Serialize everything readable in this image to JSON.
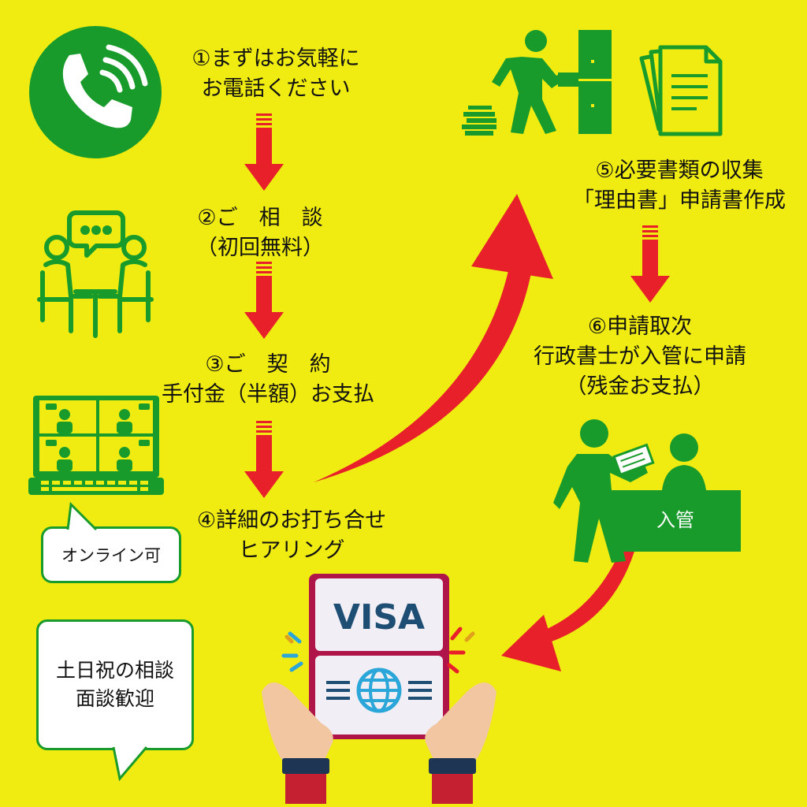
{
  "colors": {
    "background": "#f0ec12",
    "green": "#199b2c",
    "red": "#e8202a",
    "visa_border": "#b0154a",
    "visa_text": "#1e4e73",
    "globe": "#2aa6d8",
    "skin": "#f2c6a0",
    "cuff": "#1f3554",
    "sleeve": "#c42032"
  },
  "steps": [
    {
      "line1": "①まずはお気軽に",
      "line2": "お電話ください"
    },
    {
      "line1": "②ご　相　談",
      "line2": "（初回無料）"
    },
    {
      "line1": "③ご　契　約",
      "line2": "手付金（半額）お支払"
    },
    {
      "line1": "④詳細のお打ち合せ",
      "line2": "ヒアリング"
    },
    {
      "line1": "⑤必要書類の収集",
      "line2": "「理由書」申請書作成"
    },
    {
      "line1": "⑥申請取次",
      "line2": "行政書士が入管に申請",
      "line3": "（残金お支払）"
    }
  ],
  "notes": {
    "online": "オンライン可",
    "weekend_line1": "土日祝の相談",
    "weekend_line2": "面談歓迎"
  },
  "desk_label": "入管",
  "visa_label": "VISA",
  "icons": [
    "phone-icon",
    "meeting-icon",
    "laptop-video-call-icon",
    "filing-person-icon",
    "documents-icon",
    "counter-person-icon",
    "visa-passport-icon"
  ]
}
